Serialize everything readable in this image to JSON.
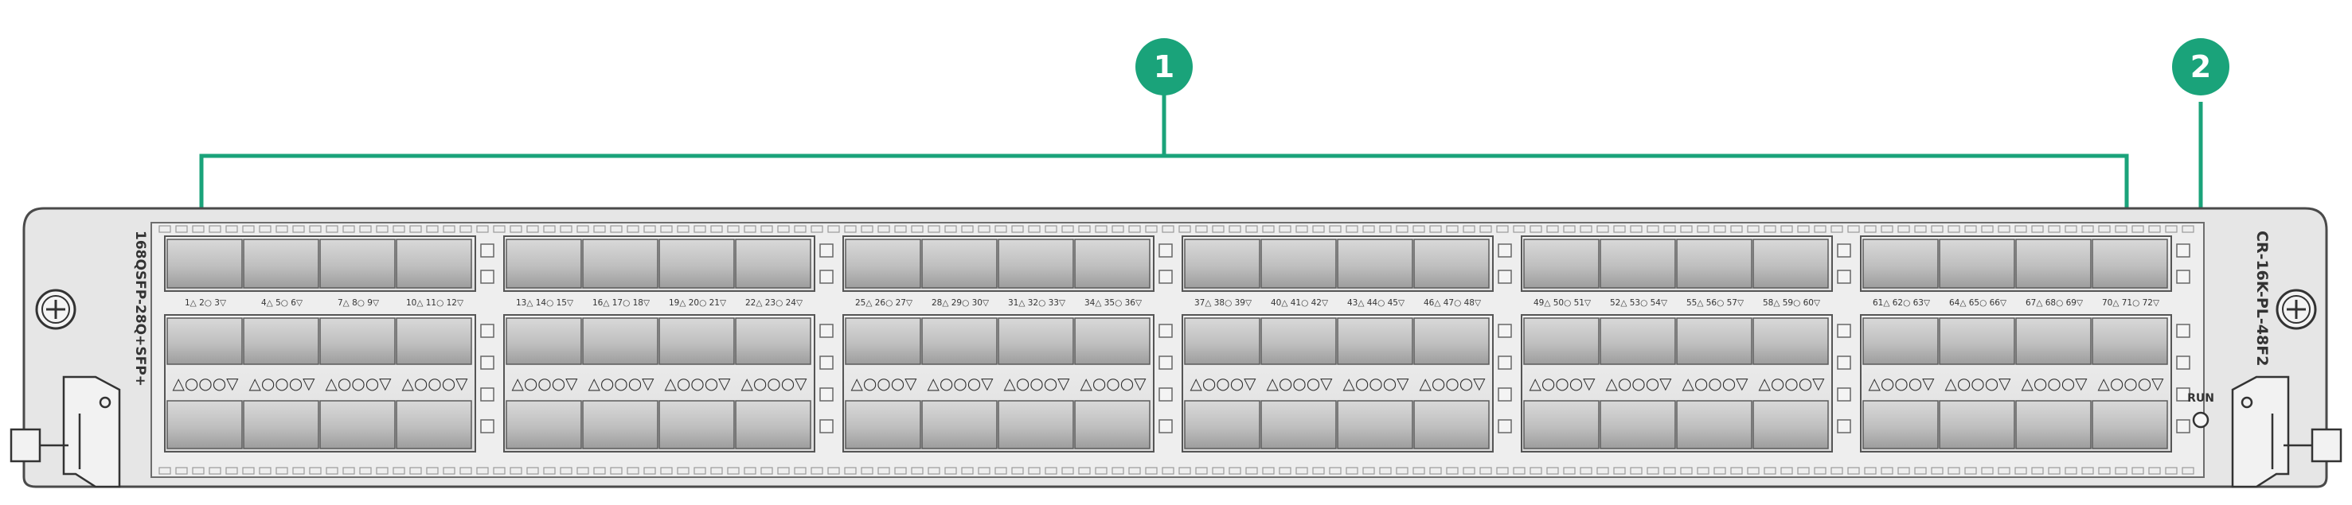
{
  "callouts": [
    {
      "number": "1"
    },
    {
      "number": "2"
    }
  ],
  "panel": {
    "left_model_label": "168QSFP-28Q+SFP+",
    "right_model_label": "CR-16K-PL-48F2",
    "run_label": "RUN"
  },
  "port_groups": [
    {
      "top_labels": [
        "1△ 2○ 3▽",
        "4△ 5○ 6▽",
        "7△ 8○ 9▽",
        "10△ 11○ 12▽"
      ]
    },
    {
      "top_labels": [
        "13△ 14○ 15▽",
        "16△ 17○ 18▽",
        "19△ 20○ 21▽",
        "22△ 23○ 24▽"
      ]
    },
    {
      "top_labels": [
        "25△ 26○ 27▽",
        "28△ 29○ 30▽",
        "31△ 32○ 33▽",
        "34△ 35○ 36▽"
      ]
    },
    {
      "top_labels": [
        "37△ 38○ 39▽",
        "40△ 41○ 42▽",
        "43△ 44○ 45▽",
        "46△ 47○ 48▽"
      ]
    },
    {
      "top_labels": [
        "49△ 50○ 51▽",
        "52△ 53○ 54▽",
        "55△ 56○ 57▽",
        "58△ 59○ 60▽"
      ]
    },
    {
      "top_labels": [
        "61△ 62○ 63▽",
        "64△ 65○ 66▽",
        "67△ 68○ 69▽",
        "70△ 71○ 72▽"
      ]
    }
  ],
  "lower_port_symbol": "△○○○▽",
  "colors": {
    "callout": "#1aa37a",
    "callout_text": "#ffffff",
    "panel_fill": "#e6e6e6",
    "outline": "#4a4a4a"
  },
  "icons": [
    "screw-icon",
    "ejector-handle-icon",
    "run-led-icon"
  ]
}
